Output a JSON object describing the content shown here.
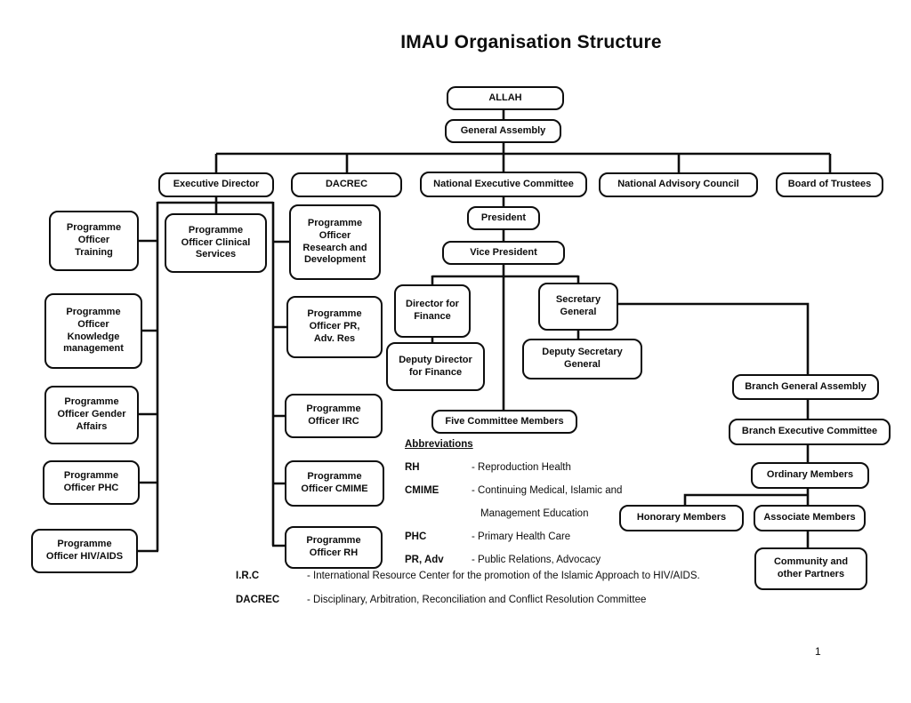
{
  "title": "IMAU Organisation Structure",
  "page_number": "1",
  "nodes": {
    "allah": "ALLAH",
    "general_assembly": "General Assembly",
    "executive_director": "Executive Director",
    "dacrec": "DACREC",
    "national_executive_committee": "National Executive Committee",
    "national_advisory_council": "National Advisory Council",
    "board_of_trustees": "Board of Trustees",
    "president": "President",
    "vice_president": "Vice President",
    "po_training": "Programme\nOfficer\nTraining",
    "po_knowledge": "Programme\nOfficer\nKnowledge\nmanagement",
    "po_gender": "Programme\nOfficer Gender\nAffairs",
    "po_phc": "Programme\nOfficer PHC",
    "po_hiv": "Programme\nOfficer HIV/AIDS",
    "po_clinical": "Programme\nOfficer Clinical\nServices",
    "po_rnd": "Programme\nOfficer\nResearch and\nDevelopment",
    "po_pr_adv": "Programme\nOfficer PR,\nAdv. Res",
    "po_irc": "Programme\nOfficer IRC",
    "po_cmime": "Programme\nOfficer CMIME",
    "po_rh": "Programme\nOfficer RH",
    "director_finance": "Director for\nFinance",
    "deputy_director_finance": "Deputy Director\nfor Finance",
    "secretary_general": "Secretary\nGeneral",
    "deputy_secretary_general": "Deputy Secretary\nGeneral",
    "five_committee_members": "Five Committee Members",
    "branch_general_assembly": "Branch General Assembly",
    "branch_executive_committee": "Branch Executive Committee",
    "ordinary_members": "Ordinary Members",
    "honorary_members": "Honorary Members",
    "associate_members": "Associate Members",
    "community_partners": "Community and\nother Partners"
  },
  "abbreviations": {
    "title": "Abbreviations",
    "items": [
      {
        "term": "RH",
        "desc": "-  Reproduction Health"
      },
      {
        "term": "CMIME",
        "desc": "- Continuing Medical, Islamic and Management Education"
      },
      {
        "term": "PHC",
        "desc": "-  Primary Health Care"
      },
      {
        "term": "PR, Adv",
        "desc": "-  Public Relations, Advocacy"
      }
    ],
    "footnotes": [
      {
        "term": "I.R.C",
        "desc": "- International Resource Center for the promotion of the Islamic Approach to HIV/AIDS."
      },
      {
        "term": "DACREC",
        "desc": "- Disciplinary, Arbitration, Reconciliation and Conflict Resolution Committee"
      }
    ]
  }
}
